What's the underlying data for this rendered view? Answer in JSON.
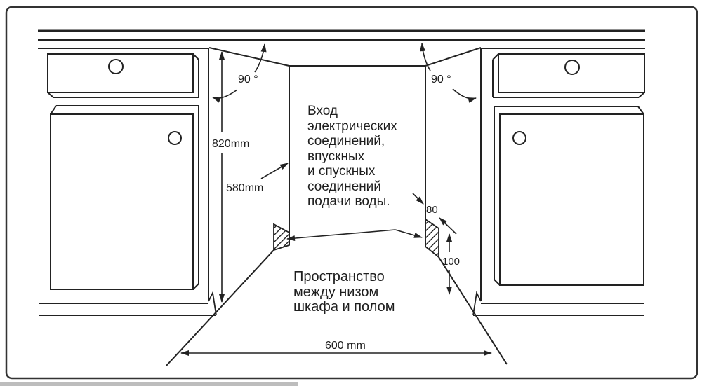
{
  "diagram": {
    "title_hint": "built-in dishwasher niche installation drawing",
    "notes": {
      "niche_note": "Вход\nэлектрических\nсоединений,\nвпускных\nи спускных\nсоединений\nподачи воды.",
      "floor_note": "Пространство\nмежду низом\nшкафа и полом"
    },
    "dimensions": {
      "niche_height": "820mm",
      "niche_depth": "580mm",
      "niche_width": "600 mm",
      "angle_left": "90 °",
      "angle_right": "90 °",
      "base_block_depth": "80",
      "base_block_height": "100"
    },
    "colors": {
      "line": "#222222",
      "background": "#ffffff",
      "bottom_bar": "#bdbdbd"
    }
  }
}
